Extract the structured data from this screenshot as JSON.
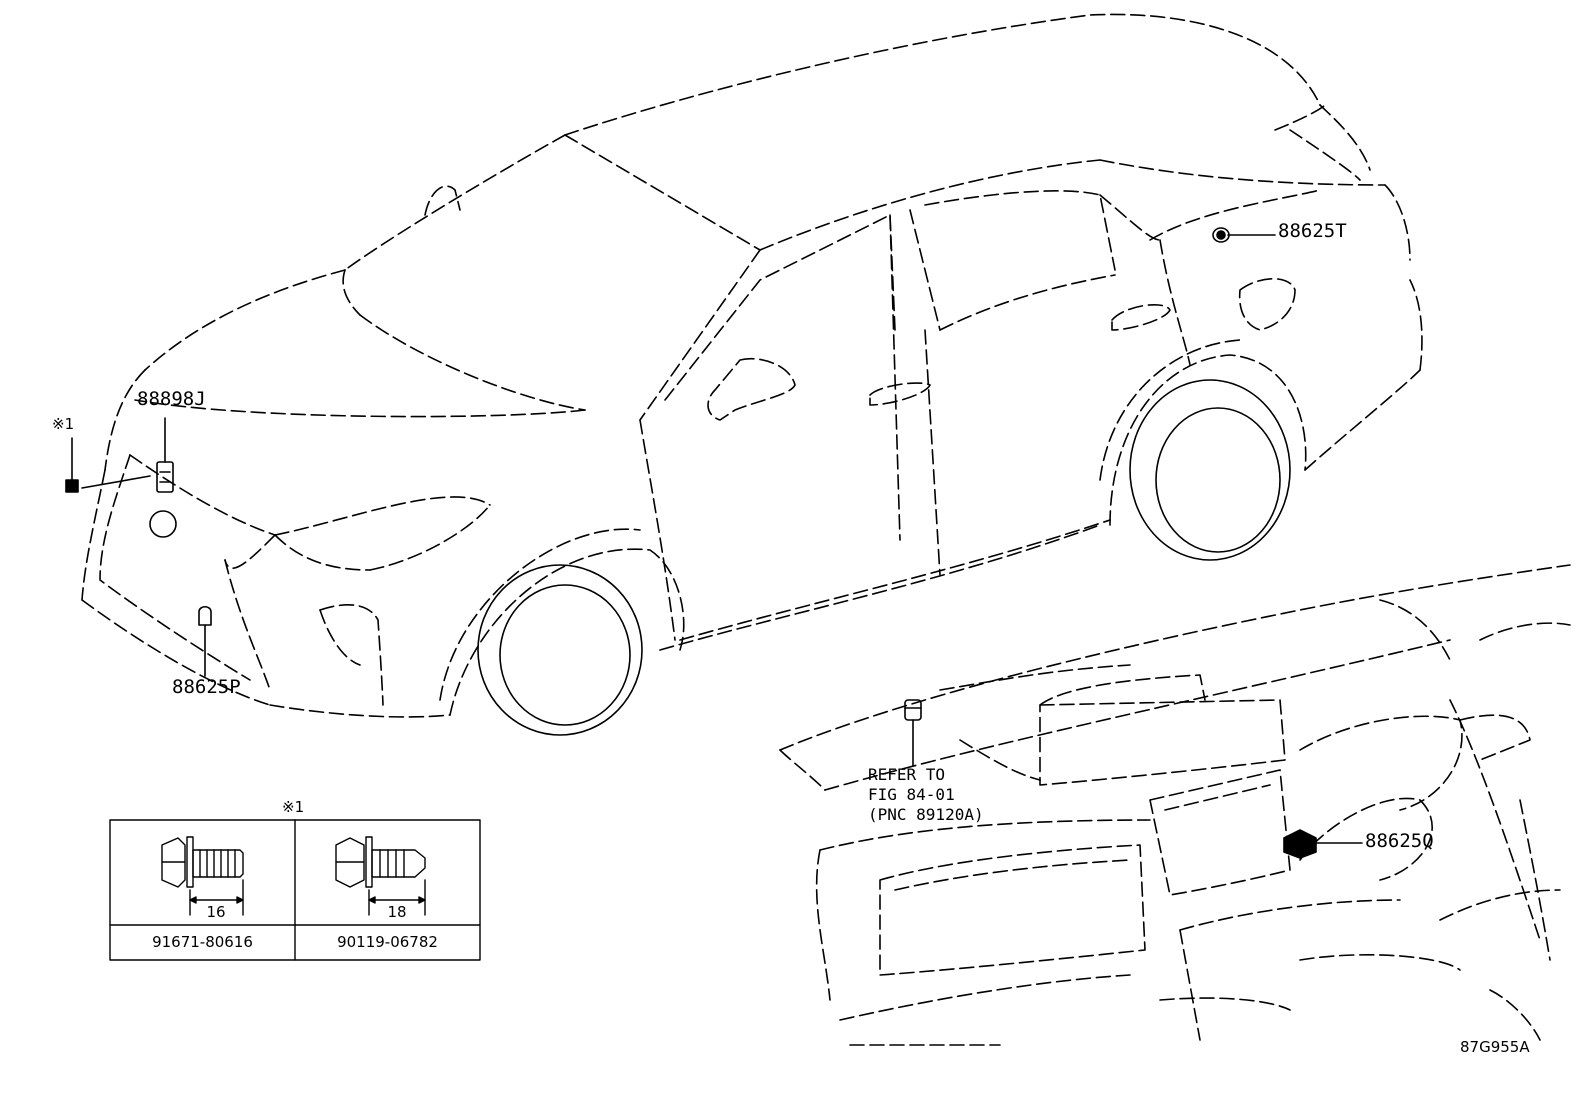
{
  "callouts": {
    "p88898J": "88898J",
    "p88625P": "88625P",
    "p88625T": "88625T",
    "p88625Q": "88625Q",
    "mark1": "※1"
  },
  "refer_note": {
    "line1": "REFER TO",
    "line2": "FIG 84-01",
    "line3": "(PNC 89120A)"
  },
  "bolt_table": {
    "header_mark": "※1",
    "left": {
      "dimension": "16",
      "part_number": "91671-80616"
    },
    "right": {
      "dimension": "18",
      "part_number": "90119-06782"
    }
  },
  "figure_id": "87G955A",
  "colors": {
    "line": "#000000",
    "background": "#ffffff"
  }
}
